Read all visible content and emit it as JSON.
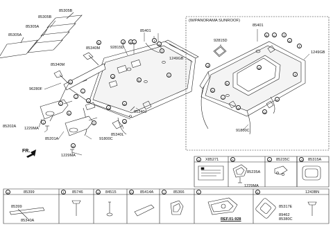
{
  "diagram": {
    "panorama_title": "(W/PANORAMA SUNROOF)",
    "main_labels": {
      "p85305B": "85305B",
      "p85305B_2": "85305B",
      "p85305A": "85305A",
      "p85305A_b": "85305A",
      "p85340M": "85340M",
      "p92815D": "92815D",
      "p85401": "85401",
      "p1249GB": "1249GB",
      "p85340M_2": "85340M",
      "p96280F": "96280F",
      "p85340J": "85340J",
      "p85202A": "85202A",
      "p1229MA": "1229MA",
      "p85201A": "85201A",
      "p85340L": "85340L",
      "p91800C": "91800C",
      "p1229MA_2": "1229MA",
      "fr": "FR."
    },
    "pano_labels": {
      "p85401": "85401",
      "p92815D": "92815D",
      "p1249GB": "1249GB",
      "p91800C": "91800C"
    },
    "legend_top": {
      "a": {
        "letter": "a",
        "part": "X85271"
      },
      "b": {
        "letter": "b",
        "part": "",
        "sub1": "85235A",
        "sub2": "1229MA"
      },
      "c": {
        "letter": "c",
        "part": "85235C"
      },
      "d": {
        "letter": "d",
        "part": "85315A"
      },
      "extra": {
        "part": "1243BN"
      }
    },
    "legend_bottom": {
      "e": {
        "letter": "e",
        "part": "85399",
        "sub1": "85399",
        "sub2": "85340A"
      },
      "f": {
        "letter": "f",
        "part": "85746"
      },
      "g": {
        "letter": "g",
        "part": "84515"
      },
      "h": {
        "letter": "h",
        "part": "85414A"
      },
      "i": {
        "letter": "i",
        "part": "85366"
      },
      "j": {
        "letter": "j",
        "part": "",
        "ref": "REF.01-928"
      },
      "k": {
        "letter": "k",
        "part": "",
        "sub1": "85317E",
        "sub2": "89462",
        "sub3": "85380C"
      }
    },
    "circle_letters": [
      "a",
      "b",
      "c",
      "d",
      "e",
      "f",
      "g",
      "h",
      "i",
      "j",
      "k"
    ]
  }
}
